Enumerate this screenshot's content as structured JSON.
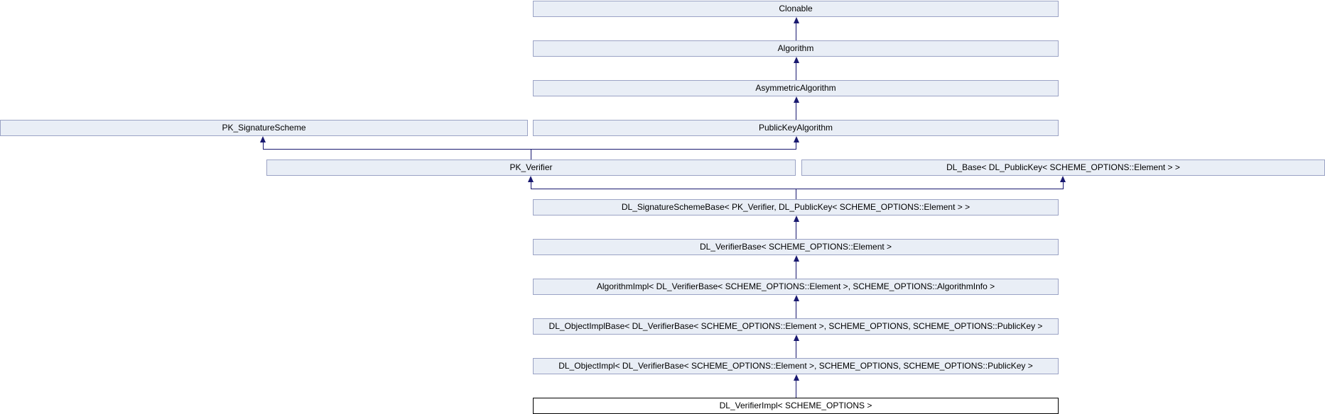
{
  "diagram": {
    "kind": "class-inheritance-graph",
    "current_class": "DL_VerifierImpl< SCHEME_OPTIONS >",
    "colors": {
      "background": "#FFFFFF",
      "node_fill": "#E9EEF6",
      "node_border": "#9BA3C5",
      "current_node_fill": "#FFFFFF",
      "current_node_border": "#000000",
      "edge": "#191970",
      "text": "#000000"
    },
    "nodes": [
      {
        "label": "Clonable",
        "current": false
      },
      {
        "label": "Algorithm",
        "current": false
      },
      {
        "label": "AsymmetricAlgorithm",
        "current": false
      },
      {
        "label": "PK_SignatureScheme",
        "current": false
      },
      {
        "label": "PublicKeyAlgorithm",
        "current": false
      },
      {
        "label": "PK_Verifier",
        "current": false
      },
      {
        "label": "DL_Base< DL_PublicKey< SCHEME_OPTIONS::Element > >",
        "current": false
      },
      {
        "label": "DL_SignatureSchemeBase< PK_Verifier, DL_PublicKey< SCHEME_OPTIONS::Element > >",
        "current": false
      },
      {
        "label": "DL_VerifierBase< SCHEME_OPTIONS::Element >",
        "current": false
      },
      {
        "label": "AlgorithmImpl< DL_VerifierBase< SCHEME_OPTIONS::Element >, SCHEME_OPTIONS::AlgorithmInfo >",
        "current": false
      },
      {
        "label": "DL_ObjectImplBase< DL_VerifierBase< SCHEME_OPTIONS::Element >, SCHEME_OPTIONS, SCHEME_OPTIONS::PublicKey >",
        "current": false
      },
      {
        "label": "DL_ObjectImpl< DL_VerifierBase< SCHEME_OPTIONS::Element >, SCHEME_OPTIONS, SCHEME_OPTIONS::PublicKey >",
        "current": false
      },
      {
        "label": "DL_VerifierImpl< SCHEME_OPTIONS >",
        "current": true
      }
    ],
    "edges": [
      {
        "derived": 1,
        "base": 0
      },
      {
        "derived": 2,
        "base": 1
      },
      {
        "derived": 4,
        "base": 2
      },
      {
        "derived": 5,
        "base": 3
      },
      {
        "derived": 5,
        "base": 4
      },
      {
        "derived": 7,
        "base": 5
      },
      {
        "derived": 7,
        "base": 6
      },
      {
        "derived": 8,
        "base": 7
      },
      {
        "derived": 9,
        "base": 8
      },
      {
        "derived": 10,
        "base": 9
      },
      {
        "derived": 11,
        "base": 10
      },
      {
        "derived": 12,
        "base": 11
      }
    ]
  }
}
